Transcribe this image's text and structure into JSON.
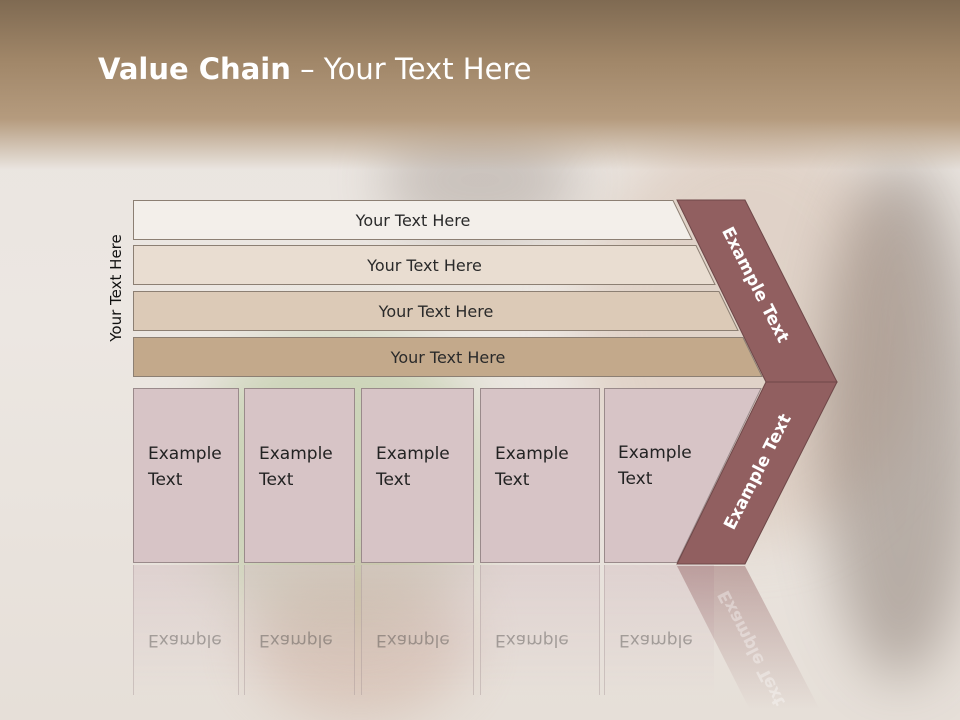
{
  "slide": {
    "title_bold": "Value Chain",
    "title_rest": " – Your Text Here",
    "side_label": "Your Text Here"
  },
  "bars": [
    {
      "label": "Your Text Here",
      "fill": "#f3efea"
    },
    {
      "label": "Your Text Here",
      "fill": "#e9ddd1"
    },
    {
      "label": "Your Text Here",
      "fill": "#dccab7"
    },
    {
      "label": "Your Text Here",
      "fill": "#c3a98b"
    }
  ],
  "cards": [
    {
      "line1": "Example",
      "line2": "Text"
    },
    {
      "line1": "Example",
      "line2": "Text"
    },
    {
      "line1": "Example",
      "line2": "Text"
    },
    {
      "line1": "Example",
      "line2": "Text"
    },
    {
      "line1": "Example",
      "line2": "Text"
    }
  ],
  "arrow": {
    "upper_text": "Example Text",
    "lower_text": "Example Text",
    "fill": "#915f60"
  },
  "colors": {
    "header": "#a08668",
    "card": "#d7c4c6"
  }
}
